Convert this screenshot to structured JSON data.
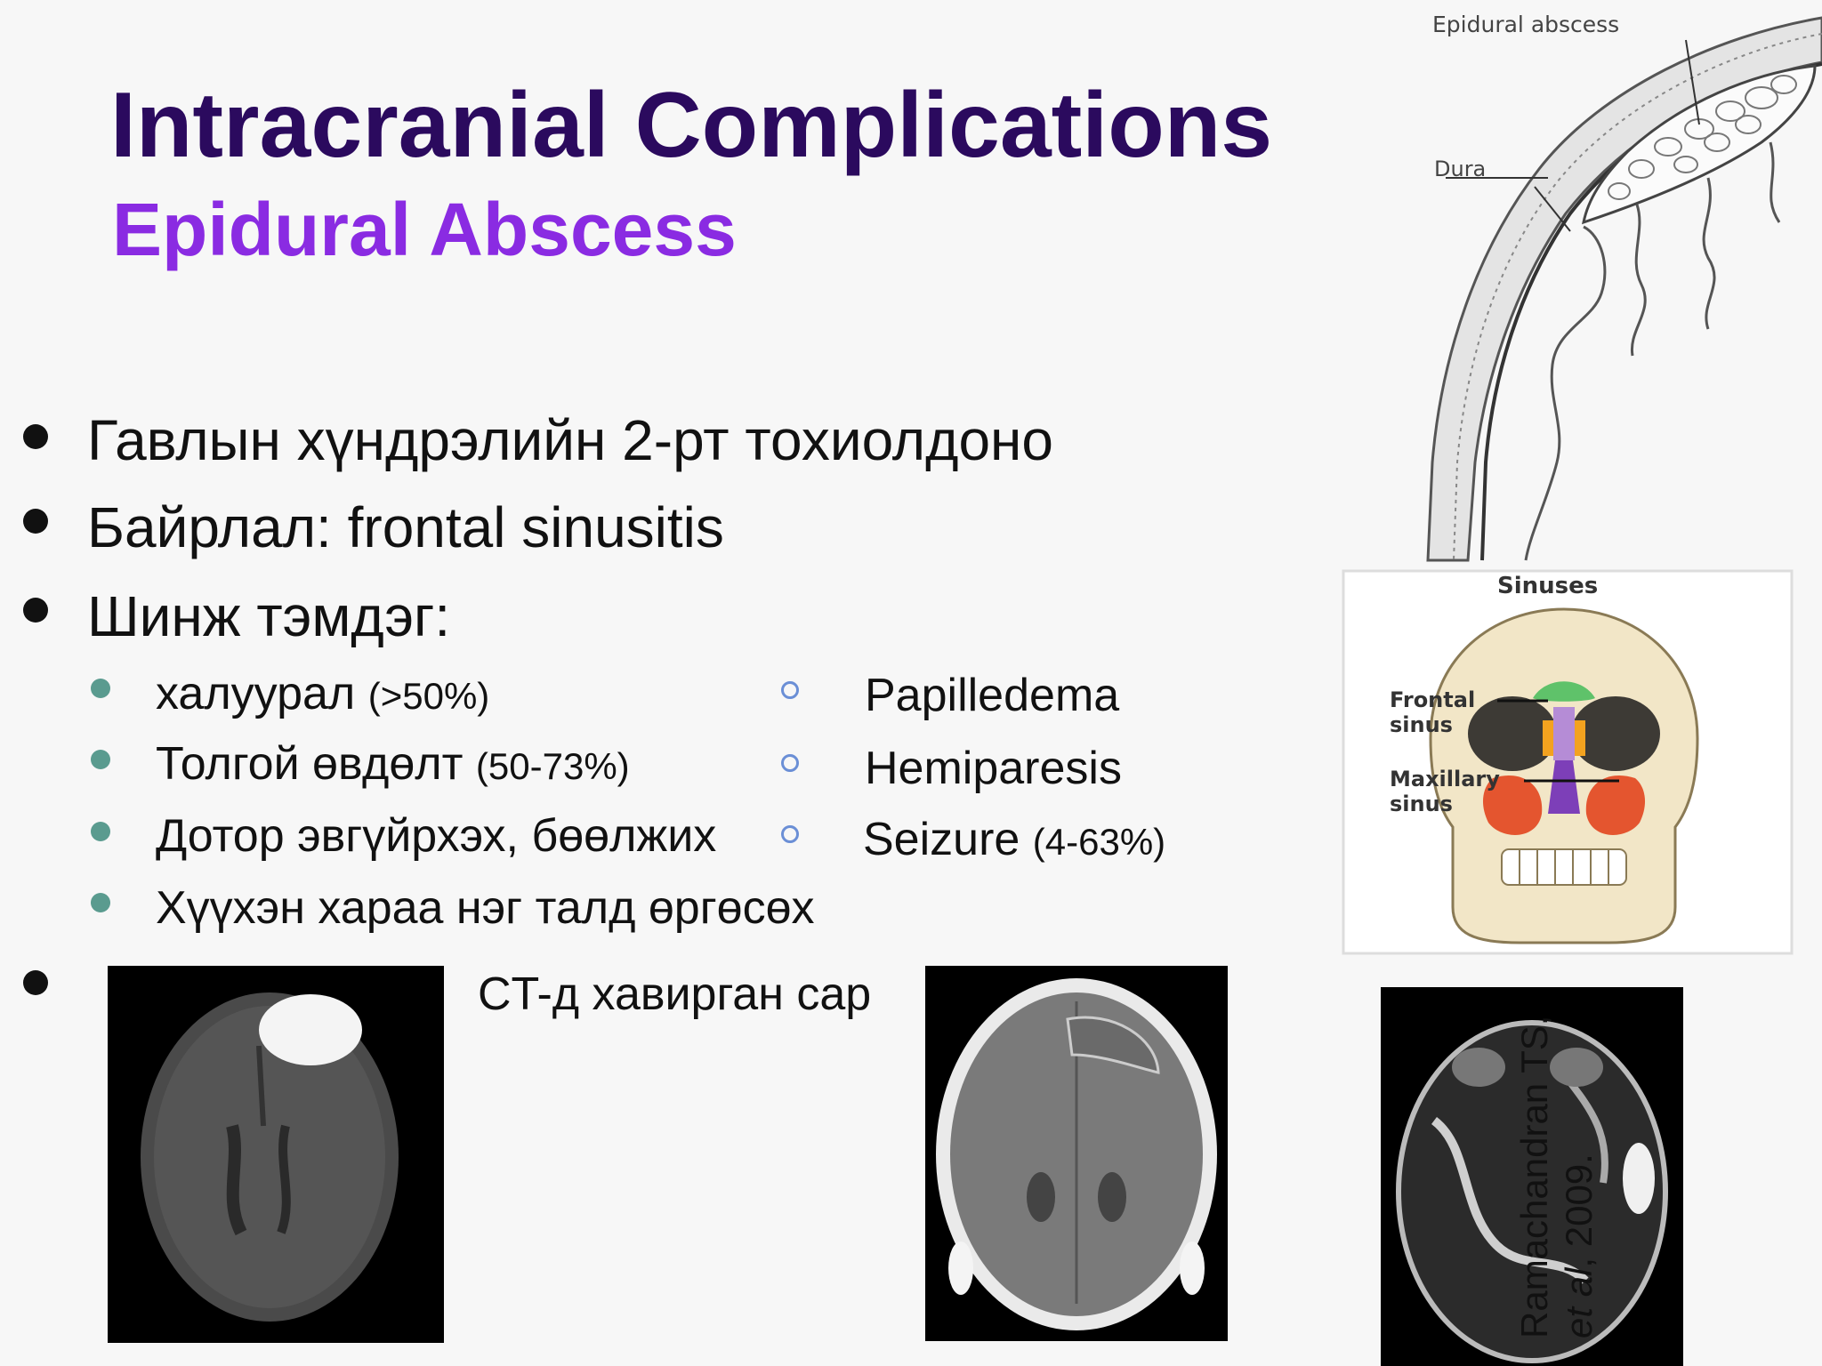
{
  "slide": {
    "title": "Intracranial Complications",
    "subtitle": "Epidural Abscess"
  },
  "bullets": [
    {
      "text": "Гавлын хүндрэлийн 2-рт тохиолдоно"
    },
    {
      "text": "Байрлал: frontal sinusitis"
    },
    {
      "text": "Шинж тэмдэг:"
    }
  ],
  "symptoms_left": [
    {
      "text": "халуурал",
      "pct": "(>50%)"
    },
    {
      "text": "Толгой өвдөлт",
      "pct": "(50-73%)"
    },
    {
      "text": "Дотор эвгүйрхэх, бөөлжих",
      "pct": ""
    },
    {
      "text": "Хүүхэн хараа нэг талд өргөсөх",
      "pct": ""
    }
  ],
  "symptoms_right": [
    {
      "text": "Papilledema",
      "pct": ""
    },
    {
      "text": "Hemiparesis",
      "pct": ""
    },
    {
      "text": "Seizure",
      "pct": "(4-63%)"
    }
  ],
  "ct_bullet": "CT-д хавирган сар",
  "figures": {
    "epidural_label": "Epidural abscess",
    "dura_label": "Dura",
    "sinuses_title": "Sinuses",
    "frontal_label_1": "Frontal",
    "frontal_label_2": "sinus",
    "maxillary_label_1": "Maxillary",
    "maxillary_label_2": "sinus"
  },
  "citation": {
    "line1": "Ramachandran TS,",
    "line2_italic": "et al",
    "line2_rest": ", 2009."
  },
  "colors": {
    "title": "#2b0a5e",
    "subtitle": "#8a2be2",
    "sub_bullet": "#5a9b8f",
    "ring_bullet": "#6b8fd6"
  }
}
